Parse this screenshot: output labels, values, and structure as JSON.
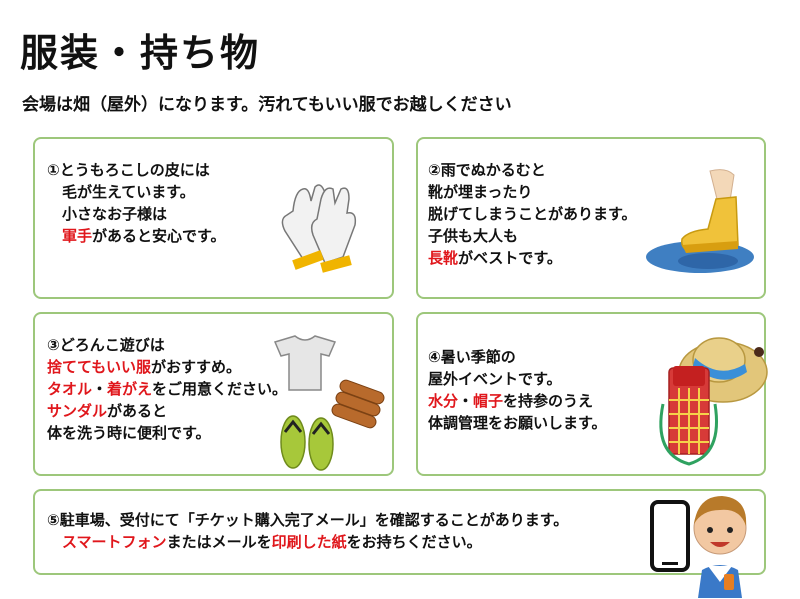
{
  "title": "服装・持ち物",
  "subtitle": "会場は畑（屋外）になります。汚れてもいい服でお越しください",
  "cards": [
    {
      "lines": [
        [
          {
            "t": "①とうもろこしの皮には"
          }
        ],
        [
          {
            "t": "　毛が生えています。"
          }
        ],
        [
          {
            "t": "　小さなお子様は"
          }
        ],
        [
          {
            "t": "　軍手",
            "red": true
          },
          {
            "t": "があると安心です。"
          }
        ]
      ],
      "icon": "work-gloves-icon"
    },
    {
      "lines": [
        [
          {
            "t": "②雨でぬかるむと"
          }
        ],
        [
          {
            "t": "靴が埋まったり"
          }
        ],
        [
          {
            "t": "脱げてしまうことがあります。"
          }
        ],
        [
          {
            "t": "子供も大人も"
          }
        ],
        [
          {
            "t": "長靴",
            "red": true
          },
          {
            "t": "がベストです。"
          }
        ]
      ],
      "icon": "rain-boot-icon"
    },
    {
      "lines": [
        [
          {
            "t": "③どろんこ遊びは"
          }
        ],
        [
          {
            "t": "捨ててもいい服",
            "red": true
          },
          {
            "t": "がおすすめ。"
          }
        ],
        [
          {
            "t": "タオル",
            "red": true
          },
          {
            "t": "・"
          },
          {
            "t": "着がえ",
            "red": true
          },
          {
            "t": "をご用意ください。"
          }
        ],
        [
          {
            "t": "サンダル",
            "red": true
          },
          {
            "t": "があると"
          }
        ],
        [
          {
            "t": "体を洗う時に便利です。"
          }
        ]
      ],
      "icon": "clothes-towel-sandals-icon"
    },
    {
      "lines": [
        [
          {
            "t": "④暑い季節の"
          }
        ],
        [
          {
            "t": "屋外イベントです。"
          }
        ],
        [
          {
            "t": "水分",
            "red": true
          },
          {
            "t": "・"
          },
          {
            "t": "帽子",
            "red": true
          },
          {
            "t": "を持参のうえ"
          }
        ],
        [
          {
            "t": "体調管理をお願いします。"
          }
        ]
      ],
      "icon": "straw-hat-water-bottle-icon"
    },
    {
      "lines": [
        [
          {
            "t": "⑤駐車場、受付にて「チケット購入完了メール」を確認することがあります。"
          }
        ],
        [
          {
            "t": "　スマートフォン",
            "red": true
          },
          {
            "t": "またはメールを"
          },
          {
            "t": "印刷した紙",
            "red": true
          },
          {
            "t": "をお持ちください。"
          }
        ]
      ],
      "icon": "smartphone-person-icon"
    }
  ],
  "colors": {
    "red": "#e0171c",
    "border": "#9dc77b"
  }
}
